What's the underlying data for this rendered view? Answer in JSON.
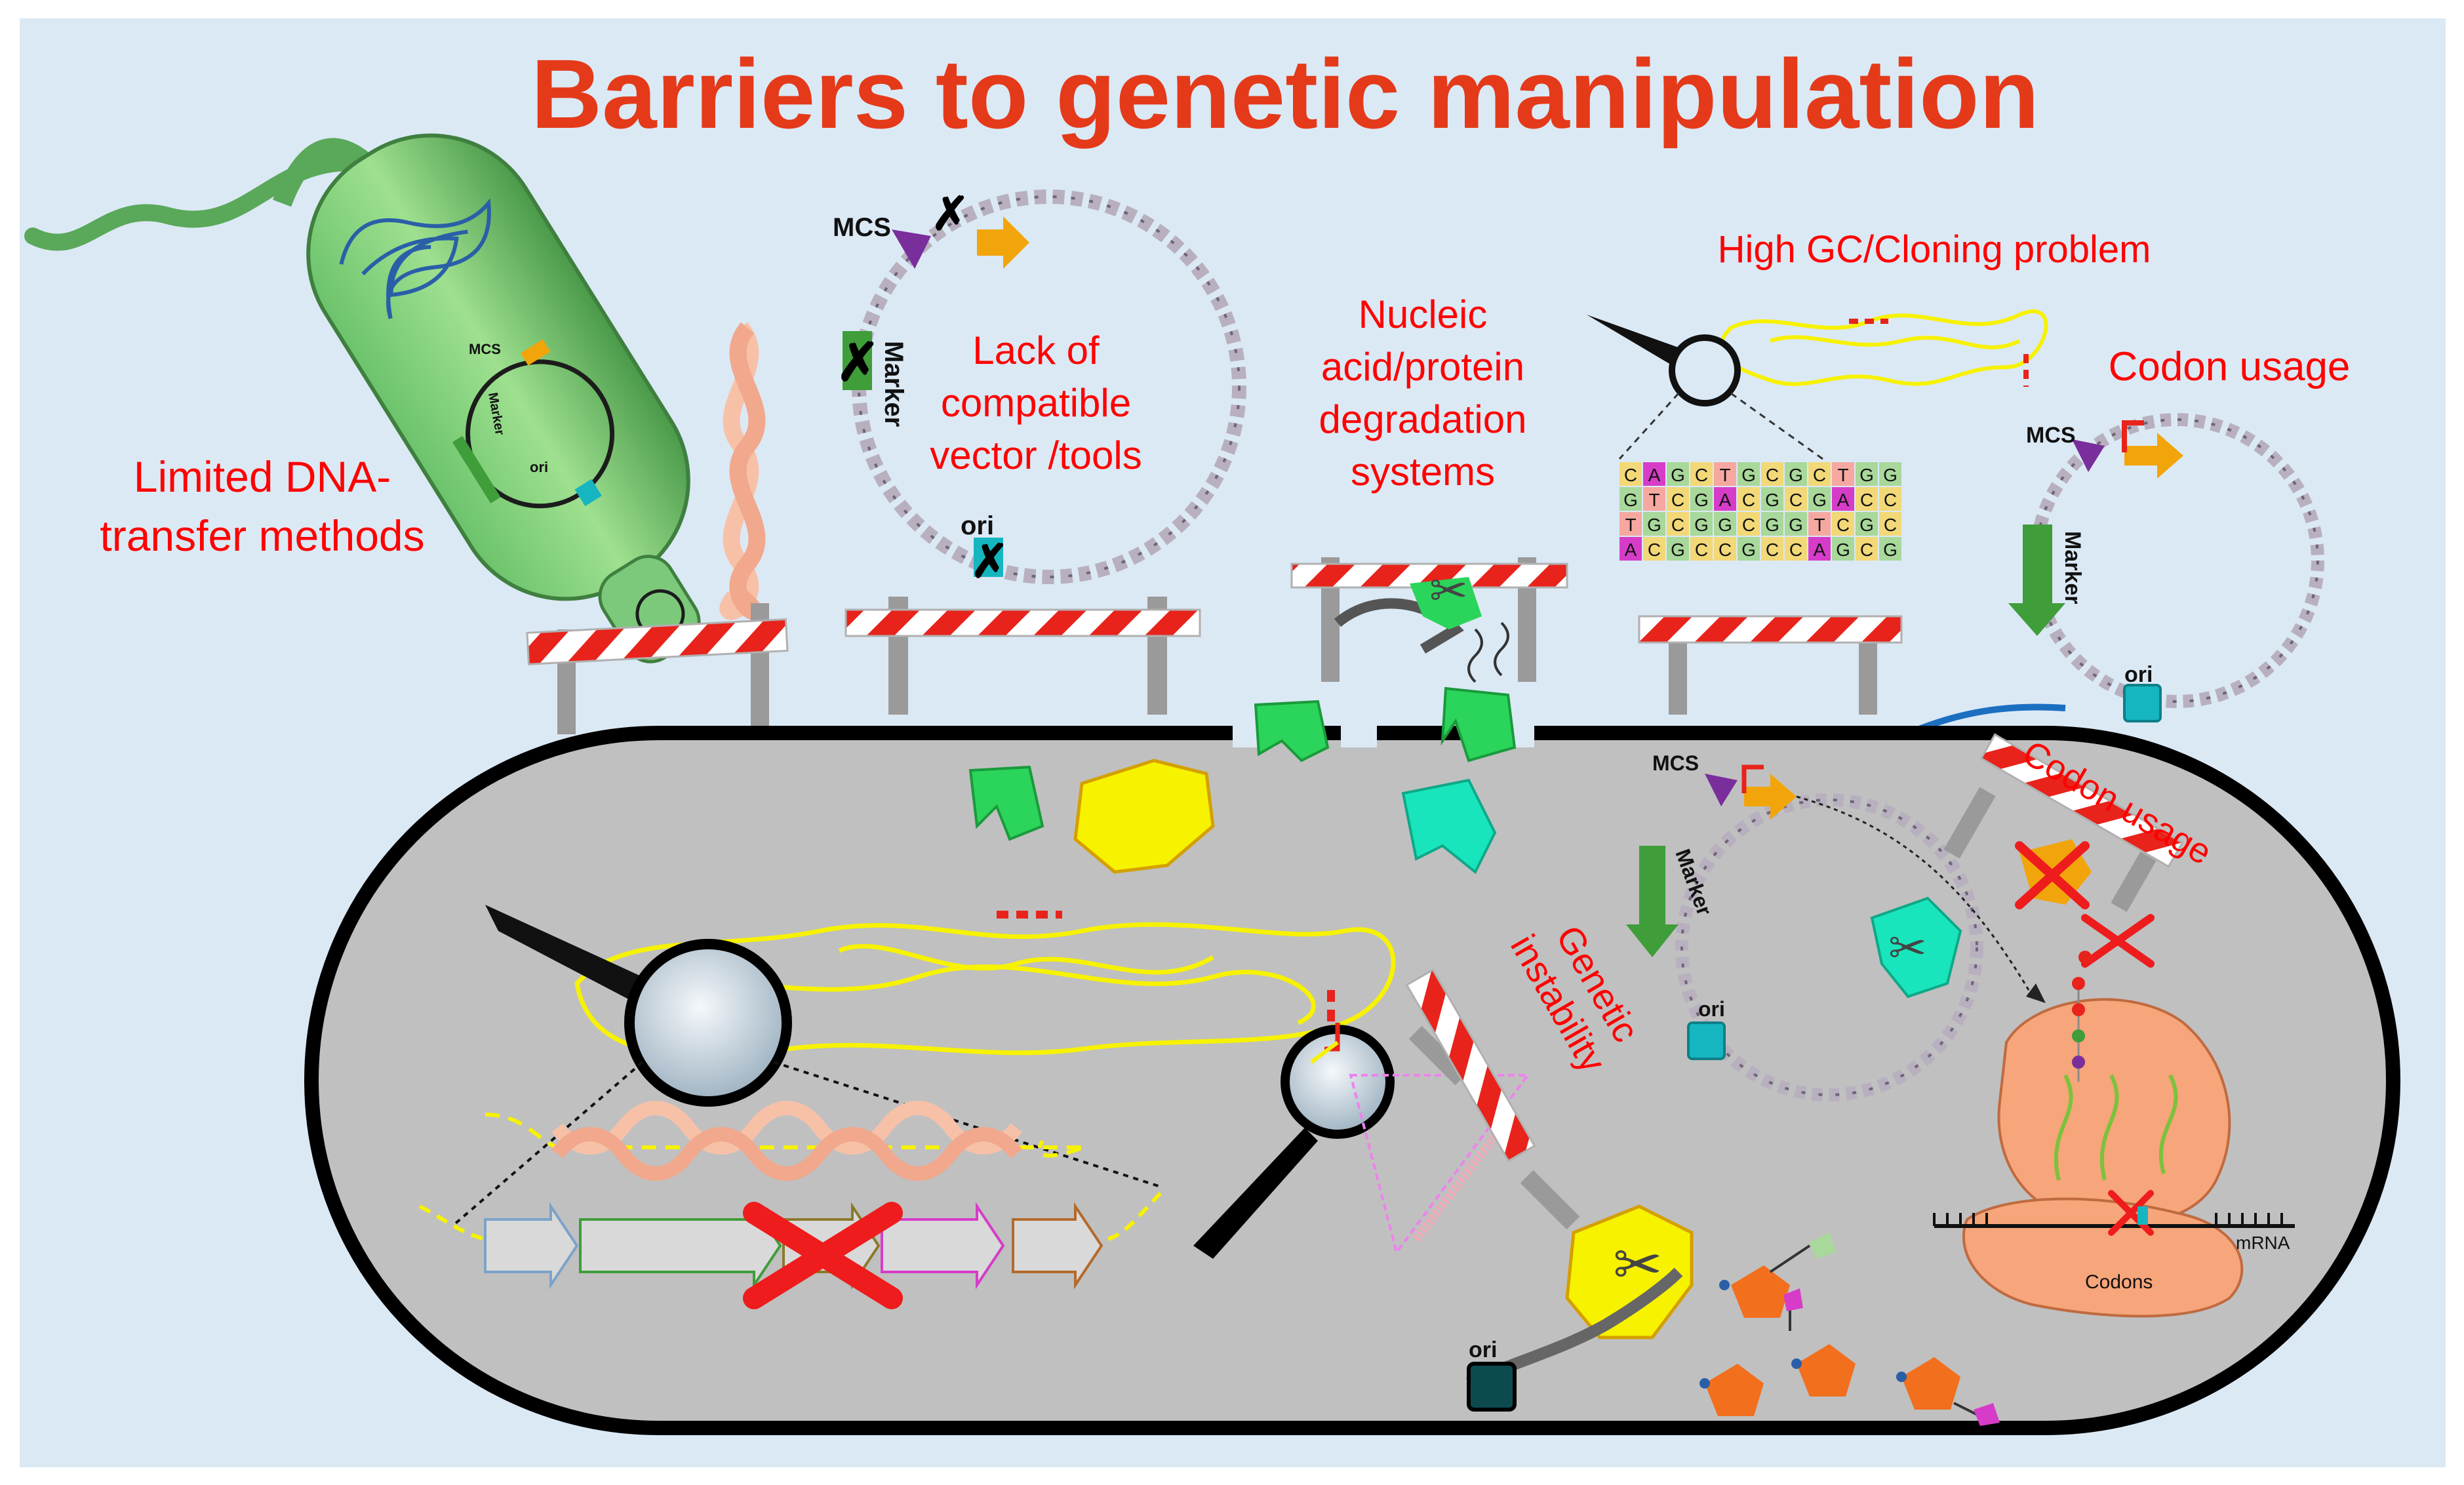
{
  "title": "Barriers to genetic manipulation",
  "labels": {
    "dna_transfer": [
      "Limited DNA-",
      "transfer methods"
    ],
    "vector": [
      "Lack of",
      "compatible",
      "vector /tools"
    ],
    "degradation": [
      "Nucleic",
      "acid/protein",
      "degradation",
      "systems"
    ],
    "gc": "High GC/Cloning problem",
    "codon_top": "Codon usage",
    "codon_cell": "Codon usage",
    "instability": [
      "Genetic",
      "instability"
    ]
  },
  "plasmid_labels": {
    "mcs": "MCS",
    "marker": "Marker",
    "ori": "ori",
    "codons": "Codons",
    "mrna": "mRNA"
  },
  "sequence_grid": [
    [
      "C",
      "A",
      "G",
      "C",
      "T",
      "G",
      "C",
      "G",
      "C",
      "T",
      "G",
      "G"
    ],
    [
      "G",
      "T",
      "C",
      "G",
      "A",
      "C",
      "G",
      "C",
      "G",
      "A",
      "C",
      "C"
    ],
    [
      "T",
      "G",
      "C",
      "G",
      "G",
      "C",
      "G",
      "G",
      "T",
      "C",
      "G",
      "C"
    ],
    [
      "A",
      "C",
      "G",
      "C",
      "C",
      "G",
      "C",
      "C",
      "A",
      "G",
      "C",
      "G"
    ]
  ],
  "base_colors": {
    "A": "#d63cc8",
    "C": "#f2d877",
    "G": "#a8d89a",
    "T": "#f6a8a0"
  },
  "colors": {
    "background": "#dbe9f5",
    "title": "#e43a1a",
    "label": "#ff0000",
    "cell": "#c0c0c0",
    "genome": "#f7f200",
    "marker": "#3f9d3a",
    "ori": "#16b6c1",
    "mcs": "#7a2e9c",
    "promoter": "#f2a50a"
  }
}
